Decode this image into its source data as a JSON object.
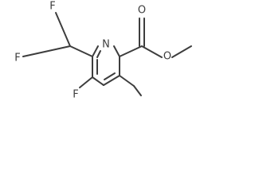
{
  "molecule": {
    "atoms": {
      "ring_nitrogen": "N",
      "ester_carbonyl_oxygen": "O",
      "ester_ether_oxygen": "O",
      "difluoromethyl_fluorine_top": "F",
      "difluoromethyl_fluorine_left": "F",
      "ring_fluorine": "F"
    }
  },
  "colors": {
    "bond": "#3d3d3d",
    "label": "#3d3d3d",
    "background": "#ffffff"
  }
}
